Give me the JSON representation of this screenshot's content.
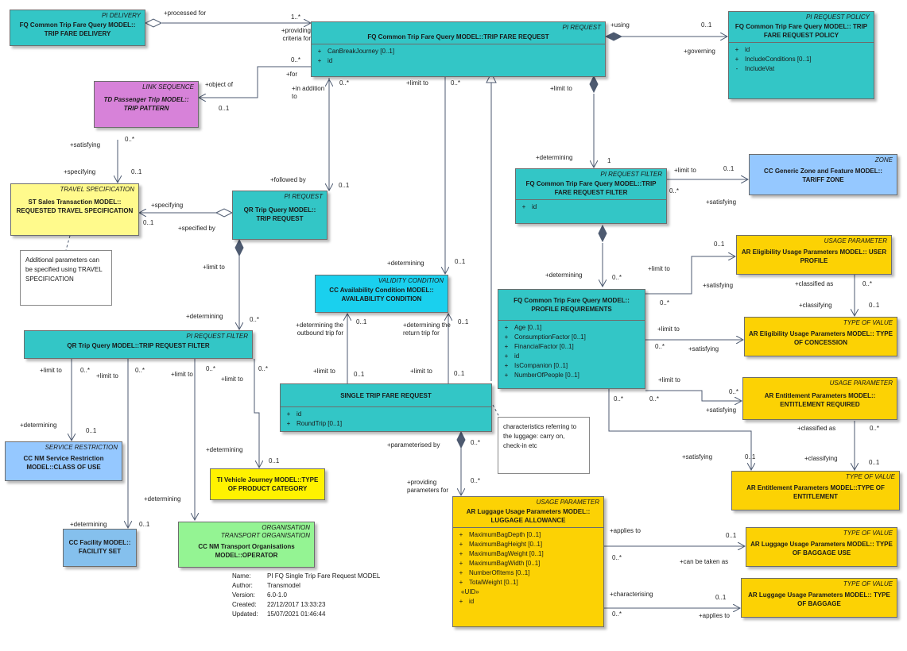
{
  "classes": {
    "pi_delivery": {
      "stereotype": "PI DELIVERY",
      "name": "FQ Common Trip Fare Query MODEL:: TRIP FARE DELIVERY"
    },
    "pi_request": {
      "stereotype": "PI REQUEST",
      "name": "FQ Common Trip Fare Query MODEL::TRIP FARE REQUEST",
      "attrs": [
        {
          "v": "+",
          "t": "CanBreakJourney [0..1]"
        },
        {
          "v": "+",
          "t": "id"
        }
      ]
    },
    "pi_request_policy": {
      "stereotype": "PI REQUEST POLICY",
      "name": "FQ Common Trip Fare Query MODEL:: TRIP FARE REQUEST POLICY",
      "attrs": [
        {
          "v": "+",
          "t": "id"
        },
        {
          "v": "+",
          "t": "IncludeConditions [0..1]"
        },
        {
          "v": "-",
          "t": "IncludeVat"
        }
      ]
    },
    "link_sequence": {
      "stereotype": "LINK SEQUENCE",
      "name": "TD Passenger Trip MODEL:: TRIP PATTERN"
    },
    "travel_spec": {
      "stereotype": "TRAVEL SPECIFICATION",
      "name": "ST Sales Transaction MODEL:: REQUESTED TRAVEL SPECIFICATION"
    },
    "qr_request": {
      "stereotype": "PI REQUEST",
      "name": "QR Trip Query MODEL:: TRIP REQUEST"
    },
    "request_filter": {
      "stereotype": "PI REQUEST FILTER",
      "name": "FQ Common Trip Fare Query MODEL::TRIP FARE REQUEST FILTER",
      "attrs": [
        {
          "v": "+",
          "t": "id"
        }
      ]
    },
    "zone": {
      "stereotype": "ZONE",
      "name": "CC Generic Zone and Feature MODEL:: TARIFF ZONE"
    },
    "validity": {
      "stereotype": "VALIDITY CONDITION",
      "name": "CC Availability Condition MODEL:: AVAILABILITY CONDITION"
    },
    "user_profile": {
      "stereotype": "USAGE PARAMETER",
      "name": "AR Eligibility Usage Parameters MODEL:: USER PROFILE"
    },
    "profile_req": {
      "name": "FQ Common Trip Fare Query MODEL:: PROFILE REQUIREMENTS",
      "attrs": [
        {
          "v": "+",
          "t": "Age [0..1]"
        },
        {
          "v": "+",
          "t": "ConsumptionFactor [0..1]"
        },
        {
          "v": "+",
          "t": "FinancialFactor [0..1]"
        },
        {
          "v": "+",
          "t": "id"
        },
        {
          "v": "+",
          "t": "IsCompanion [0..1]"
        },
        {
          "v": "+",
          "t": "NumberOfPeople [0..1]"
        }
      ]
    },
    "concession": {
      "stereotype": "TYPE OF VALUE",
      "name": "AR Eligibility Usage Parameters MODEL:: TYPE OF CONCESSION"
    },
    "qr_filter": {
      "stereotype": "PI REQUEST FILTER",
      "name": "QR Trip Query MODEL::TRIP REQUEST FILTER"
    },
    "single_trip": {
      "name": "SINGLE TRIP FARE REQUEST",
      "attrs": [
        {
          "v": "+",
          "t": "id"
        },
        {
          "v": "+",
          "t": "RoundTrip [0..1]"
        }
      ]
    },
    "ent_required": {
      "stereotype": "USAGE PARAMETER",
      "name": "AR Entitlement Parameters MODEL:: ENTITLEMENT REQUIRED"
    },
    "service_restriction": {
      "stereotype": "SERVICE RESTRICTION",
      "name": "CC NM Service Restriction MODEL::CLASS OF USE"
    },
    "vj_type": {
      "name": "TI Vehicle Journey MODEL::TYPE OF PRODUCT CATEGORY"
    },
    "ent_type": {
      "stereotype": "TYPE OF VALUE",
      "name": "AR Entitlement Parameters MODEL::TYPE OF ENTITLEMENT"
    },
    "facility": {
      "name": "CC Facility MODEL:: FACILITY SET"
    },
    "organisation": {
      "stereotype": "ORGANISATION",
      "stereotype2": "TRANSPORT ORGANISATION",
      "name": "CC NM Transport Organisations MODEL::OPERATOR"
    },
    "luggage": {
      "stereotype": "USAGE PARAMETER",
      "name": "AR Luggage Usage Parameters MODEL:: LUGGAGE ALLOWANCE",
      "attrs": [
        {
          "v": "+",
          "t": "MaximumBagDepth [0..1]"
        },
        {
          "v": "+",
          "t": "MaximumBagHeight [0..1]"
        },
        {
          "v": "+",
          "t": "MaximumBagWeight [0..1]"
        },
        {
          "v": "+",
          "t": "MaximumBagWidth [0..1]"
        },
        {
          "v": "+",
          "t": "NumberOfItems [0..1]"
        },
        {
          "v": "+",
          "t": "TotalWeight [0..1]"
        }
      ],
      "uid_sep": "«UID»",
      "uid": {
        "v": "+",
        "t": "id"
      }
    },
    "baggage_use": {
      "stereotype": "TYPE OF VALUE",
      "name": "AR Luggage Usage Parameters MODEL:: TYPE OF BAGGAGE USE"
    },
    "baggage_type": {
      "stereotype": "TYPE OF VALUE",
      "name": "AR Luggage Usage Parameters MODEL:: TYPE OF BAGGAGE"
    }
  },
  "notes": {
    "travel_spec_note": "Additional parameters can be specified using TRAVEL SPECIFICATION",
    "luggage_note": "characteristics referring to the luggage: carry on, check-in etc"
  },
  "labels": [
    "+processed for",
    "1..*",
    "+providing criteria for",
    "+using",
    "0..1",
    "+governing",
    "0..*",
    "+for",
    "+object of",
    "0..1",
    "+in addition to",
    "0..*",
    "+limit to",
    "0..*",
    "+limit to",
    "+satisfying",
    "0..*",
    "+specifying",
    "0..1",
    "+followed by",
    "0..1",
    "+determining",
    "1",
    "+limit to",
    "0..1",
    "0..*",
    "+satisfying",
    "+specifying",
    "0..1",
    "+specified by",
    "+limit to",
    "+determining",
    "0..1",
    "+determining",
    "0..*",
    "0..1",
    "+limit to",
    "+satisfying",
    "+classified as",
    "0..*",
    "+classifying",
    "0..1",
    "0..*",
    "+determining",
    "0..*",
    "+determining the outbound trip for",
    "0..1",
    "+determining the return  trip for",
    "0..1",
    "+limit to",
    "0..1",
    "+limit to",
    "0..1",
    "0..*",
    "+satisfying",
    "+limit to",
    "0..*",
    "+limit to",
    "0..*",
    "+limit to",
    "0..*",
    "+limit to",
    "0..*",
    "+limit to",
    "0..*",
    "0..*",
    "+limit to",
    "0..*",
    "+satisfying",
    "+classified as",
    "0..*",
    "+classifying",
    "0..1",
    "+satisfying",
    "0..1",
    "+determining",
    "0..1",
    "+determining",
    "0..1",
    "+determining",
    "+determining",
    "0..1",
    "+parameterised by",
    "0..*",
    "+providing parameters for",
    "0..*",
    "+applies to",
    "0..1",
    "0..*",
    "+can be taken as",
    "+characterising",
    "0..1",
    "0..*",
    "+applies to"
  ],
  "meta": {
    "name_k": "Name:",
    "name_v": "PI FQ Single Trip Fare Request MODEL",
    "author_k": "Author:",
    "author_v": "Transmodel",
    "version_k": "Version:",
    "version_v": "6.0-1.0",
    "created_k": "Created:",
    "created_v": "22/12/2017 13:33:23",
    "updated_k": "Updated:",
    "updated_v": "15/07/2021 01:46:44"
  }
}
